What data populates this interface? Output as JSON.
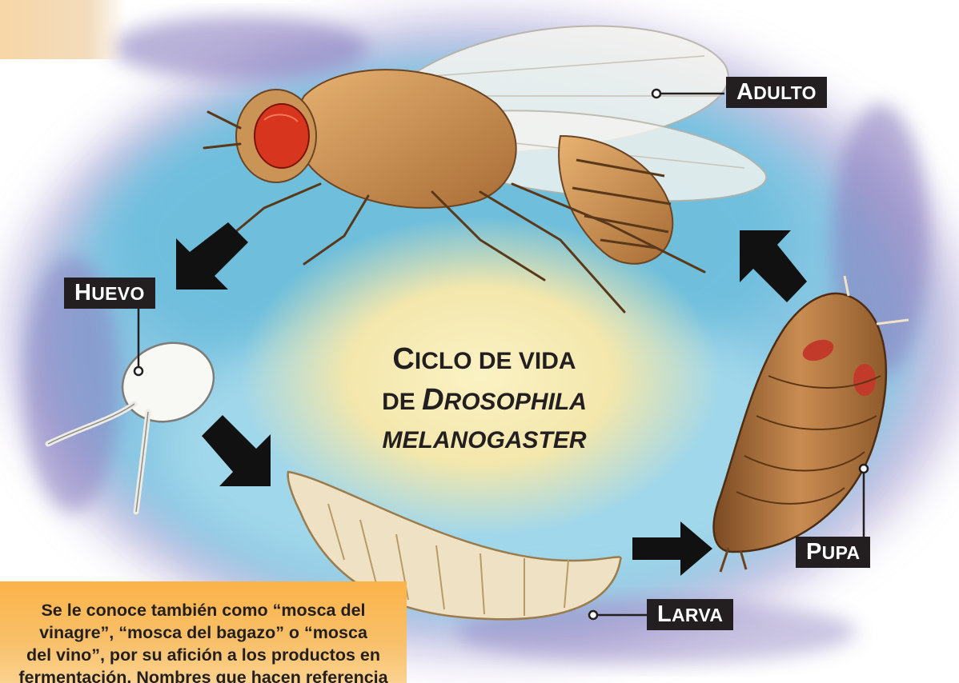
{
  "title": {
    "line1_cap": "C",
    "line1_rest": "ICLO DE VIDA",
    "line2_pre": "DE ",
    "line2_cap": "D",
    "line2_rest": "ROSOPHILA",
    "line3": "MELANOGASTER"
  },
  "stages": {
    "adulto": {
      "cap": "A",
      "rest": "DULTO"
    },
    "huevo": {
      "cap": "H",
      "rest": "UEVO"
    },
    "larva": {
      "cap": "L",
      "rest": "ARVA"
    },
    "pupa": {
      "cap": "P",
      "rest": "UPA"
    }
  },
  "note": {
    "line1": "Se le conoce también como “mosca del",
    "line2": "vinagre”, “mosca del bagazo” o “mosca",
    "line3": "del vino”, por su afición a los productos en",
    "line4": "fermentación. Nombres que hacen referencia"
  },
  "colors": {
    "label_bg": "#231f20",
    "note_bg": "#fbb348",
    "background_blue": "#8fd0e8",
    "background_violet": "#8a7fc0",
    "center_yellow": "#f6e7a6"
  },
  "icons": [
    "fly-adult-icon",
    "egg-icon",
    "larva-icon",
    "pupa-icon",
    "arrow-icon"
  ]
}
